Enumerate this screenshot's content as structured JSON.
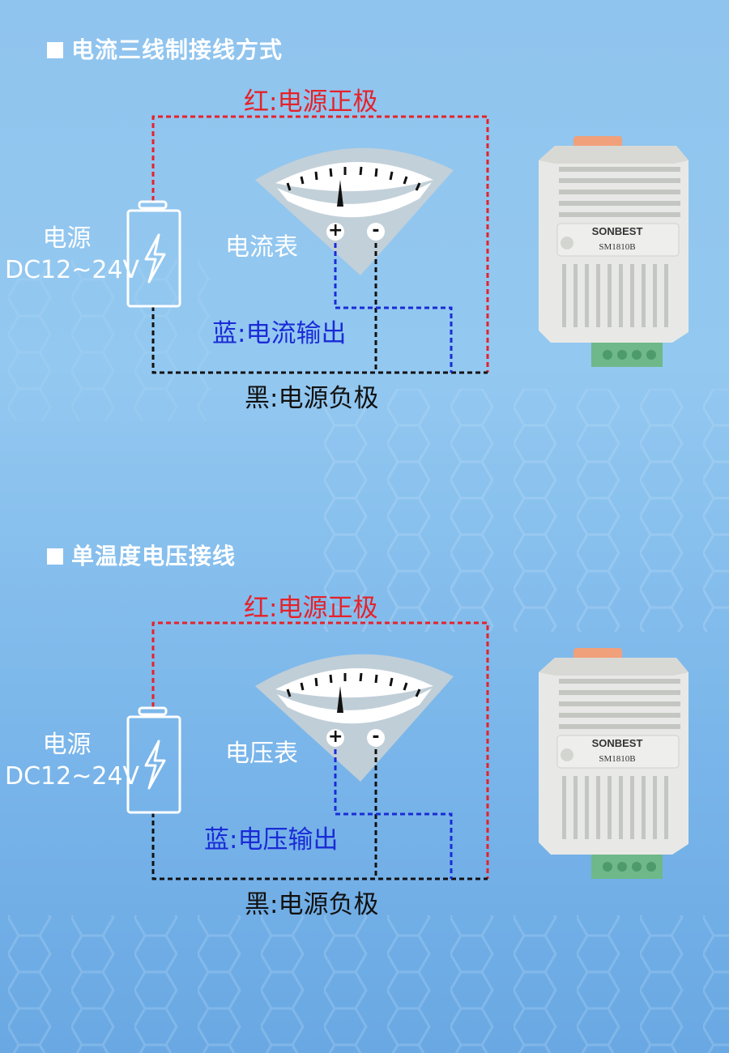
{
  "sections": [
    {
      "title": "电流三线制接线方式",
      "red_label": "红:电源正极",
      "blue_label": "蓝:电流输出",
      "black_label": "黑:电源负极",
      "meter_label": "电流表",
      "power_label_1": "电源",
      "power_label_2": "DC12~24V",
      "plus": "+",
      "minus": "-",
      "device_brand": "SONBEST",
      "device_model": "SM1810B"
    },
    {
      "title": "单温度电压接线",
      "red_label": "红:电源正极",
      "blue_label": "蓝:电压输出",
      "black_label": "黑:电源负极",
      "meter_label": "电压表",
      "power_label_1": "电源",
      "power_label_2": "DC12~24V",
      "plus": "+",
      "minus": "-",
      "device_brand": "SONBEST",
      "device_model": "SM1810B"
    }
  ],
  "colors": {
    "red_wire": "#e5222a",
    "blue_wire": "#1a2bd6",
    "black_wire": "#111111"
  }
}
